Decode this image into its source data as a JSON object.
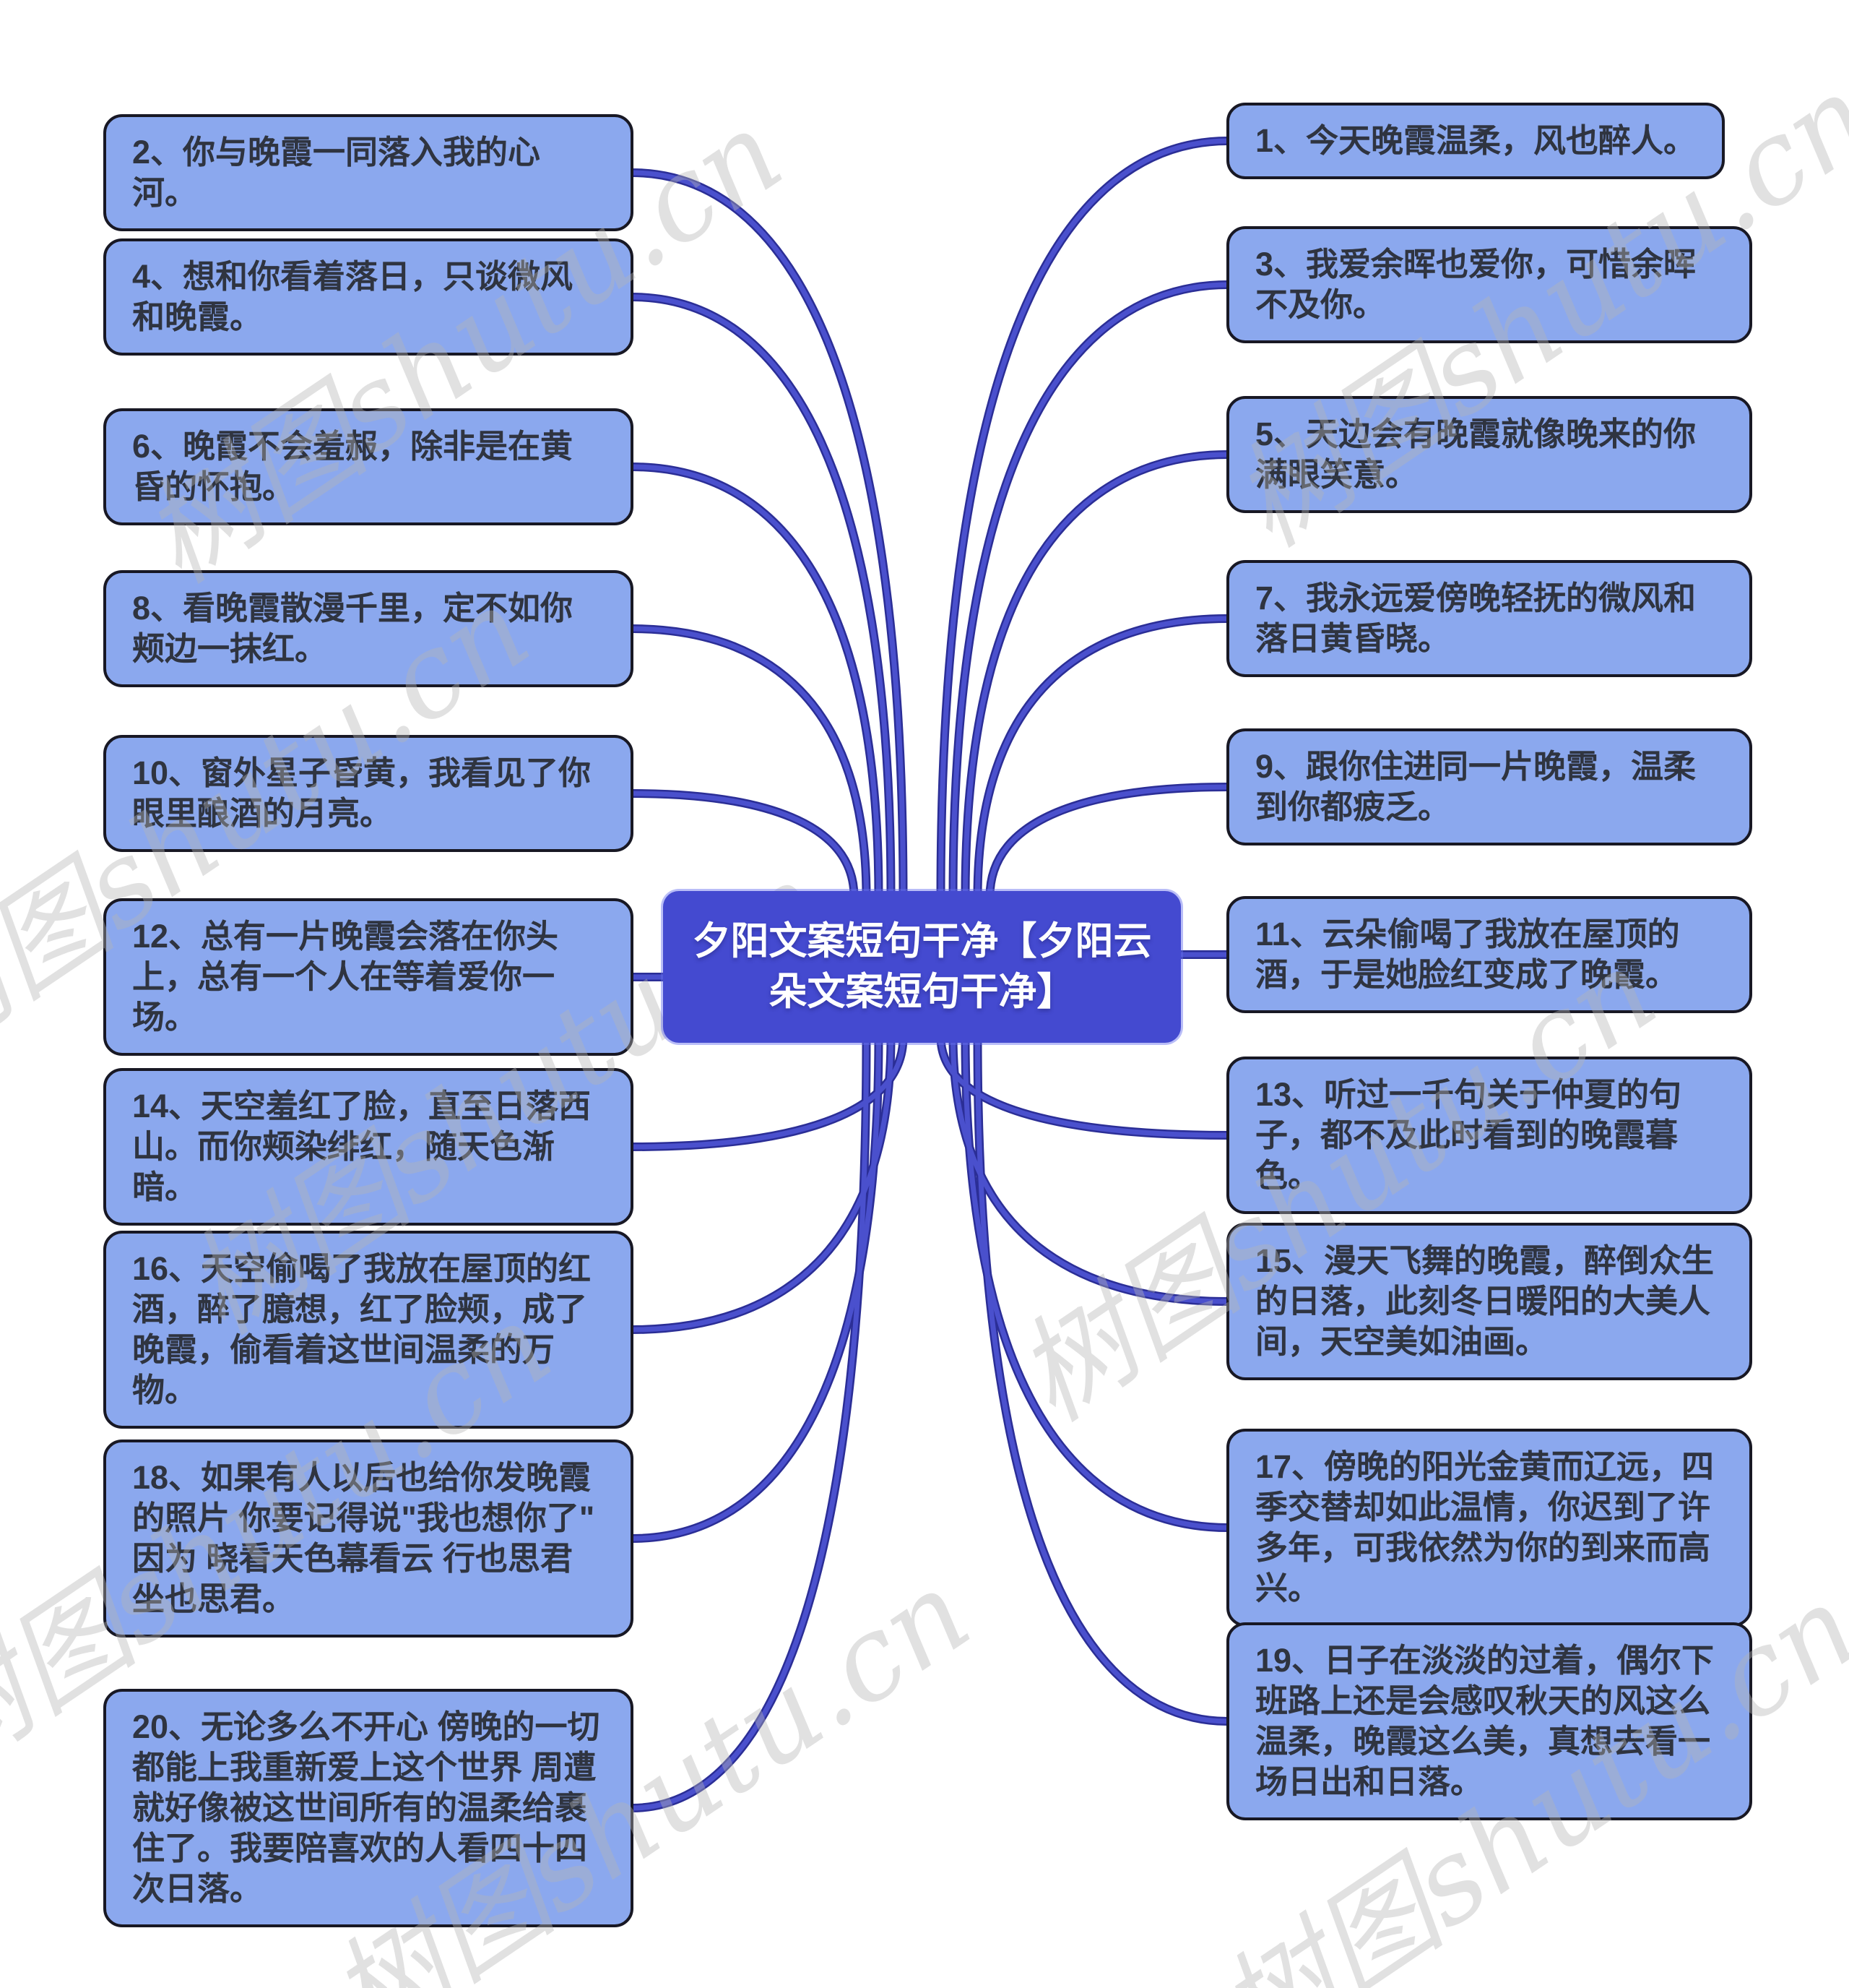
{
  "central": {
    "title": "夕阳文案短句干净【夕阳云朵文案短句干净】"
  },
  "watermark": {
    "text": "树图shutu.cn"
  },
  "colors": {
    "background": "#ffffff",
    "box_fill": "#8ba8ee",
    "box_border": "#181824",
    "box_text": "#2f3440",
    "node_fill": "#444ad0",
    "node_text": "#ffffff",
    "connector_core": "#4a50cd",
    "connector_dark": "#2b2e96",
    "watermark_color": "#b5b5b5"
  },
  "left_items": [
    {
      "label": "2、你与晚霞一同落入我的心河。"
    },
    {
      "label": "4、想和你看着落日，只谈微风和晚霞。"
    },
    {
      "label": "6、晚霞不会羞赧，除非是在黄昏的怀抱。"
    },
    {
      "label": "8、看晚霞散漫千里，定不如你颊边一抹红。"
    },
    {
      "label": "10、窗外星子昏黄，我看见了你眼里酿酒的月亮。"
    },
    {
      "label": "12、总有一片晚霞会落在你头上，总有一个人在等着爱你一场。"
    },
    {
      "label": "14、天空羞红了脸，直至日落西山。而你颊染绯红，随天色渐暗。"
    },
    {
      "label": "16、天空偷喝了我放在屋顶的红酒，醉了臆想，红了脸颊，成了晚霞，偷看着这世间温柔的万物。"
    },
    {
      "label": "18、如果有人以后也给你发晚霞的照片 你要记得说\"我也想你了\" 因为 晓看天色幕看云 行也思君坐也思君。"
    },
    {
      "label": "20、无论多么不开心 傍晚的一切都能上我重新爱上这个世界 周遭就好像被这世间所有的温柔给裹住了。我要陪喜欢的人看四十四次日落。"
    }
  ],
  "right_items": [
    {
      "label": "1、今天晚霞温柔，风也醉人。"
    },
    {
      "label": "3、我爱余晖也爱你，可惜余晖不及你。"
    },
    {
      "label": "5、天边会有晚霞就像晚来的你满眼笑意。"
    },
    {
      "label": "7、我永远爱傍晚轻抚的微风和落日黄昏晓。"
    },
    {
      "label": "9、跟你住进同一片晚霞，温柔到你都疲乏。"
    },
    {
      "label": "11、云朵偷喝了我放在屋顶的酒，于是她脸红变成了晚霞。"
    },
    {
      "label": "13、听过一千句关于仲夏的句子，都不及此时看到的晚霞暮色。"
    },
    {
      "label": "15、漫天飞舞的晚霞，醉倒众生的日落，此刻冬日暖阳的大美人间，天空美如油画。"
    },
    {
      "label": "17、傍晚的阳光金黄而辽远，四季交替却如此温情，你迟到了许多年，可我依然为你的到来而高兴。"
    },
    {
      "label": "19、日子在淡淡的过着，偶尔下班路上还是会感叹秋天的风这么温柔，晚霞这么美，真想去看一场日出和日落。"
    }
  ]
}
